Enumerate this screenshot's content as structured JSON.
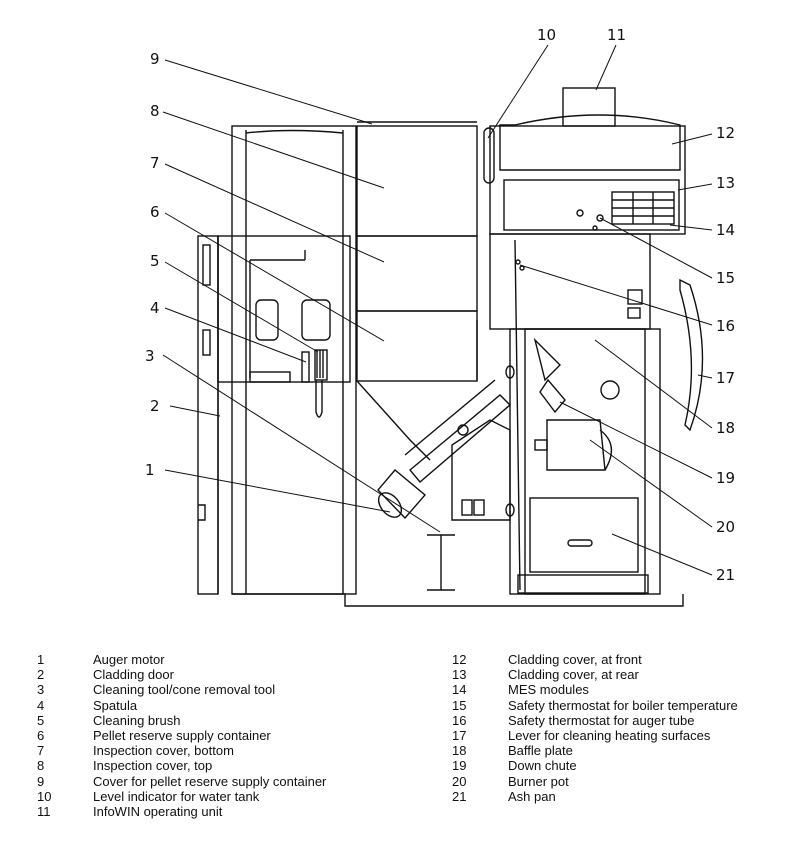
{
  "callouts": [
    "1",
    "2",
    "3",
    "4",
    "5",
    "6",
    "7",
    "8",
    "9",
    "10",
    "11",
    "12",
    "13",
    "14",
    "15",
    "16",
    "17",
    "18",
    "19",
    "20",
    "21"
  ],
  "legend_left": [
    {
      "num": "1",
      "text": "Auger motor"
    },
    {
      "num": "2",
      "text": "Cladding door"
    },
    {
      "num": "3",
      "text": "Cleaning tool/cone removal tool"
    },
    {
      "num": "4",
      "text": "Spatula"
    },
    {
      "num": "5",
      "text": "Cleaning brush"
    },
    {
      "num": "6",
      "text": "Pellet reserve supply container"
    },
    {
      "num": "7",
      "text": "Inspection cover, bottom"
    },
    {
      "num": "8",
      "text": "Inspection cover, top"
    },
    {
      "num": "9",
      "text": "Cover for pellet reserve supply container"
    },
    {
      "num": "10",
      "text": "Level indicator for water tank"
    },
    {
      "num": "11",
      "text": "InfoWIN operating unit"
    }
  ],
  "legend_right": [
    {
      "num": "12",
      "text": "Cladding cover, at front"
    },
    {
      "num": "13",
      "text": "Cladding cover, at rear"
    },
    {
      "num": "14",
      "text": "MES modules"
    },
    {
      "num": "15",
      "text": "Safety thermostat for boiler temperature"
    },
    {
      "num": "16",
      "text": "Safety thermostat for auger tube"
    },
    {
      "num": "17",
      "text": "Lever for cleaning heating surfaces"
    },
    {
      "num": "18",
      "text": "Baffle plate"
    },
    {
      "num": "19",
      "text": "Down chute"
    },
    {
      "num": "20",
      "text": "Burner pot"
    },
    {
      "num": "21",
      "text": "Ash pan"
    }
  ]
}
